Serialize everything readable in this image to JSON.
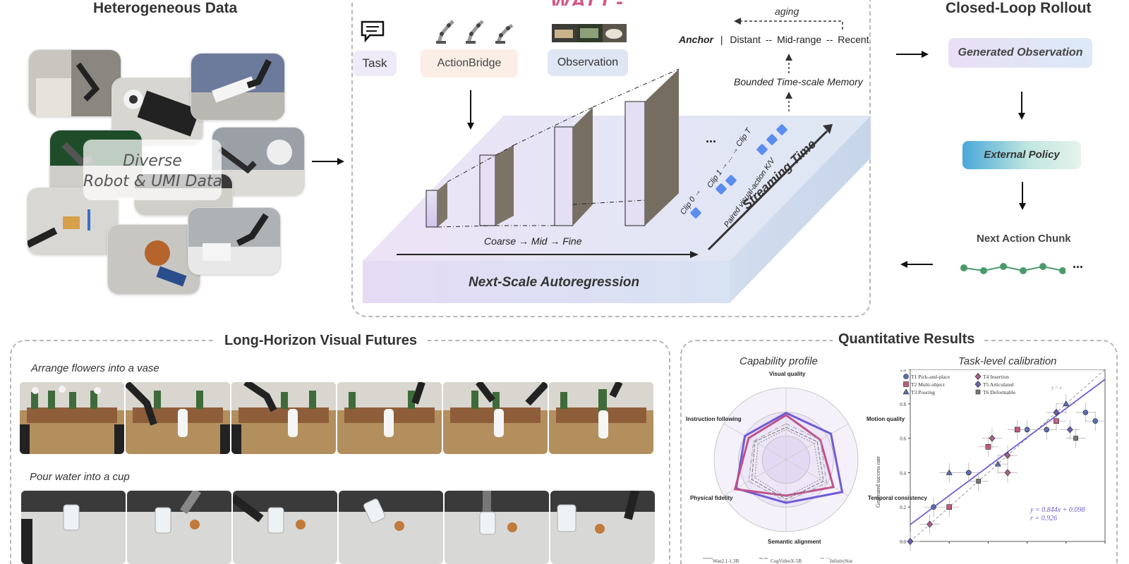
{
  "top_logo_partial": "WALL-OSS",
  "left": {
    "title": "Heterogeneous Data",
    "overlay_line1": "Diverse",
    "overlay_line2": "Robot & UMI Data"
  },
  "center": {
    "task_label": "Task",
    "actionbridge_label": "ActionBridge",
    "observation_label": "Observation",
    "aging_label": "aging",
    "memory_anchor": "Anchor",
    "memory_distant": "Distant",
    "memory_midrange": "Mid-range",
    "memory_recent": "Recent",
    "memory_sep": "|",
    "memory_dash": "--",
    "bounded_memory_label": "Bounded Time-scale Memory",
    "coarse_fine_label": "Coarse → Mid → Fine",
    "next_scale_label": "Next-Scale Autoregression",
    "streaming_label": "Streaming Time",
    "paired_kv_label": "Paired visual-action K/V",
    "clip0": "Clip 0 →",
    "clip1": "Clip 1 → ... → Clip T",
    "ellipsis": "..."
  },
  "right": {
    "title": "Closed-Loop Rollout",
    "generated_obs": "Generated  Observation",
    "external_policy": "External Policy",
    "next_action": "Next Action Chunk",
    "ellipsis": "..."
  },
  "futures": {
    "title": "Long-Horizon Visual Futures",
    "task1": "Arrange flowers into a vase",
    "task2": "Pour water into a cup"
  },
  "quant": {
    "title": "Quantitative Results",
    "radar_title": "Capability profile",
    "scatter_title": "Task-level calibration",
    "radar_axes": [
      "Visual quality",
      "Motion quality",
      "Temporal consistency",
      "Semantic alignment",
      "Physical fidelity",
      "Instruction following"
    ],
    "radar_legend": [
      "Wan2.1-1.3B",
      "CogVideoX-5B",
      "InfinityStar"
    ],
    "scatter_legend": [
      "T1 Pick-and-place",
      "T2 Multi-object",
      "T3 Pouring",
      "T4 Insertion",
      "T5 Articulated",
      "T6 Deformable"
    ],
    "scatter_ylabel": "Generated success rate",
    "yx_label": "y = x",
    "fit_eq": "y = 0.844x + 0.098",
    "fit_r": "r = 0.926",
    "yticks": [
      "1.0",
      "0.8",
      "0.6",
      "0.4",
      "0.2",
      "0.0"
    ]
  },
  "colors": {
    "accent_purple": "#6f5bd6",
    "pink": "#c0538a",
    "teal_green": "#4b9a6b",
    "blue_token": "#5b8def"
  },
  "chart_data": [
    {
      "type": "radar",
      "title": "Capability profile",
      "axes": [
        "Visual quality",
        "Motion quality",
        "Temporal consistency",
        "Semantic alignment",
        "Physical fidelity",
        "Instruction following"
      ],
      "series": [
        {
          "values": [
            0.65,
            0.72,
            0.9,
            0.6,
            0.8,
            0.66
          ]
        },
        {
          "values": [
            0.62,
            0.55,
            0.76,
            0.5,
            0.82,
            0.6
          ]
        },
        {
          "name": "Wan2.1-1.3B",
          "values": [
            0.42,
            0.45,
            0.55,
            0.52,
            0.5,
            0.45
          ]
        },
        {
          "name": "CogVideoX-5B",
          "values": [
            0.45,
            0.5,
            0.6,
            0.55,
            0.55,
            0.5
          ]
        },
        {
          "name": "InfinityStar",
          "values": [
            0.5,
            0.55,
            0.65,
            0.58,
            0.6,
            0.52
          ]
        }
      ]
    },
    {
      "type": "scatter",
      "title": "Task-level calibration",
      "ylabel": "Generated success rate",
      "xlim": [
        0,
        1.0
      ],
      "ylim": [
        0,
        1.0
      ],
      "series": [
        {
          "name": "T1 Pick-and-place",
          "x": [
            0.12,
            0.3,
            0.6,
            0.7,
            0.9,
            0.95
          ],
          "y": [
            0.2,
            0.4,
            0.65,
            0.65,
            0.75,
            0.7
          ]
        },
        {
          "name": "T2 Multi-object",
          "x": [
            0.2,
            0.4,
            0.55,
            0.75
          ],
          "y": [
            0.2,
            0.55,
            0.65,
            0.7
          ]
        },
        {
          "name": "T3 Pouring",
          "x": [
            0.2,
            0.45,
            0.8
          ],
          "y": [
            0.4,
            0.45,
            0.8
          ]
        },
        {
          "name": "T4 Insertion",
          "x": [
            0.1,
            0.42,
            0.5,
            0.5
          ],
          "y": [
            0.1,
            0.6,
            0.4,
            0.5
          ]
        },
        {
          "name": "T5 Articulated",
          "x": [
            0.0,
            0.75,
            0.82
          ],
          "y": [
            0.0,
            0.75,
            0.65
          ]
        },
        {
          "name": "T6 Deformable",
          "x": [
            0.35,
            0.85
          ],
          "y": [
            0.35,
            0.6
          ]
        }
      ],
      "fit": {
        "slope": 0.844,
        "intercept": 0.098,
        "r": 0.926
      }
    }
  ]
}
